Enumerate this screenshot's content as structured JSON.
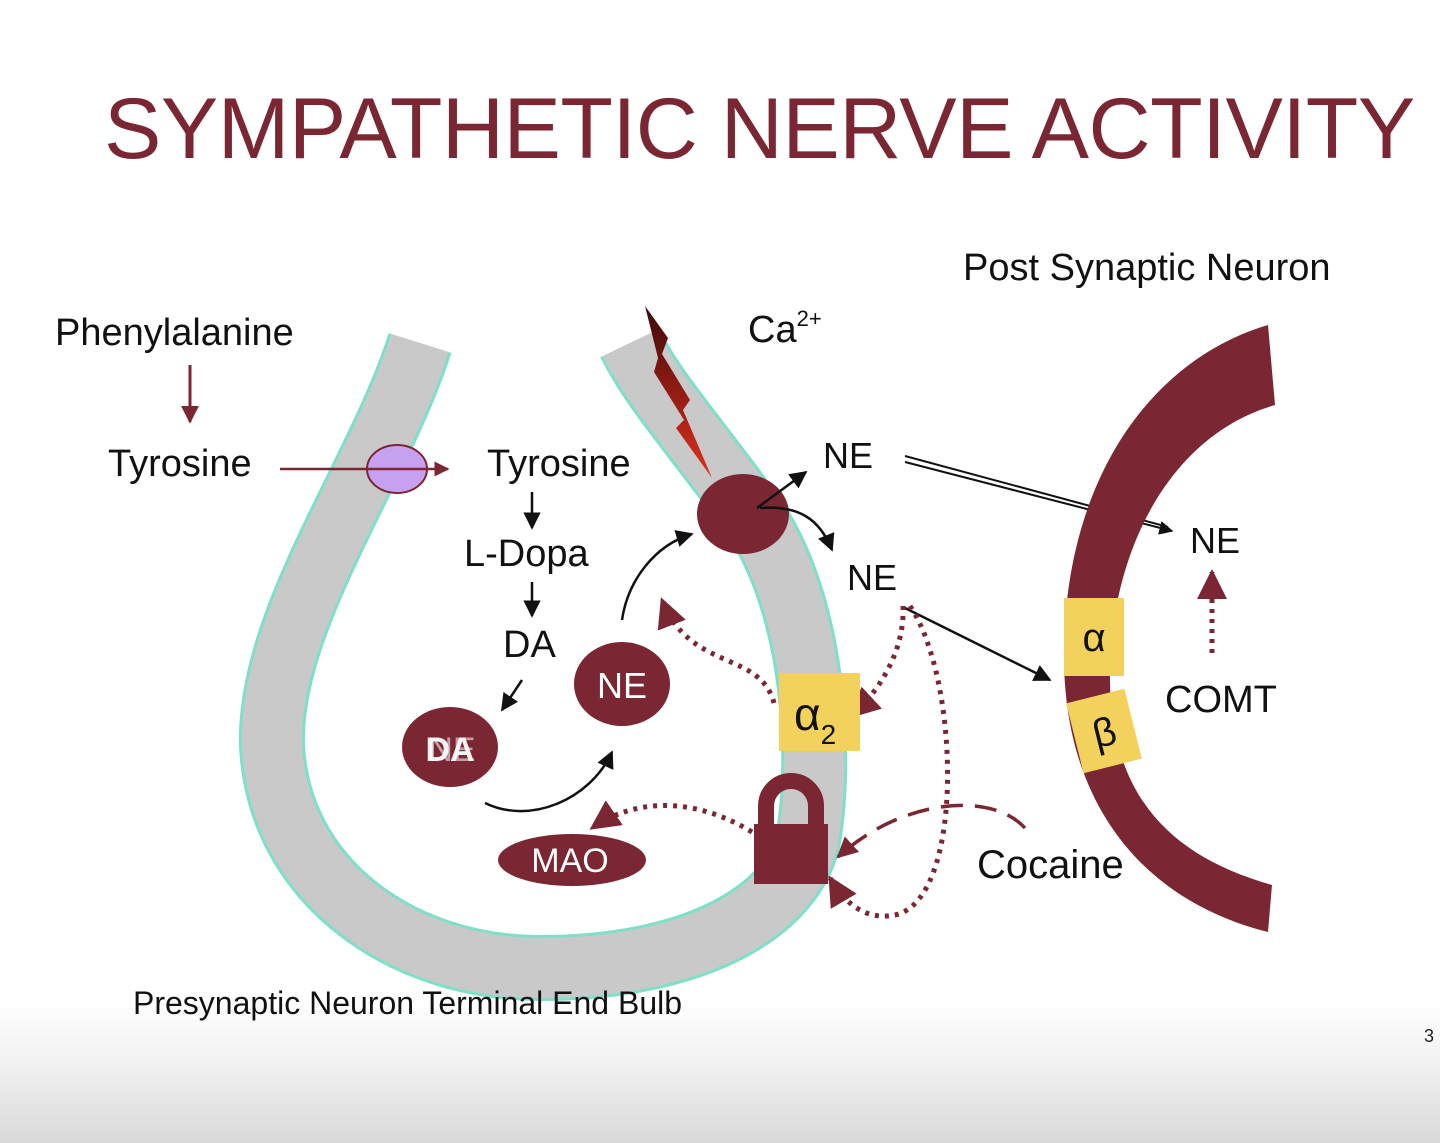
{
  "title": "SYMPATHETIC NERVE ACTIVITY",
  "labels": {
    "post_synaptic_neuron": "Post Synaptic Neuron",
    "phenylalanine": "Phenylalanine",
    "tyrosine_outside": "Tyrosine",
    "tyrosine_inside": "Tyrosine",
    "l_dopa": "L-Dopa",
    "da": "DA",
    "vesicle_da": "DA",
    "vesicle_ne": "NE",
    "vesicle_ne_overlay": "NE",
    "mao": "MAO",
    "ca_base": "Ca",
    "ca_superscript": "2+",
    "ne_released_upper": "NE",
    "ne_released_lower": "NE",
    "ne_receptor": "NE",
    "alpha2_base": "α",
    "alpha2_subscript": "2",
    "alpha": "α",
    "beta": "β",
    "comt": "COMT",
    "cocaine": "Cocaine",
    "presynaptic_caption": "Presynaptic Neuron Terminal End Bulb"
  },
  "page_number": "3",
  "colors": {
    "maroon": "#7a2733",
    "membrane_gray": "#c9c9c9",
    "membrane_outline": "#7fe0c9",
    "transporter_purple": "#c8a0f0",
    "receptor_yellow": "#f2d15c",
    "lightning_red": "#d42a1f"
  }
}
